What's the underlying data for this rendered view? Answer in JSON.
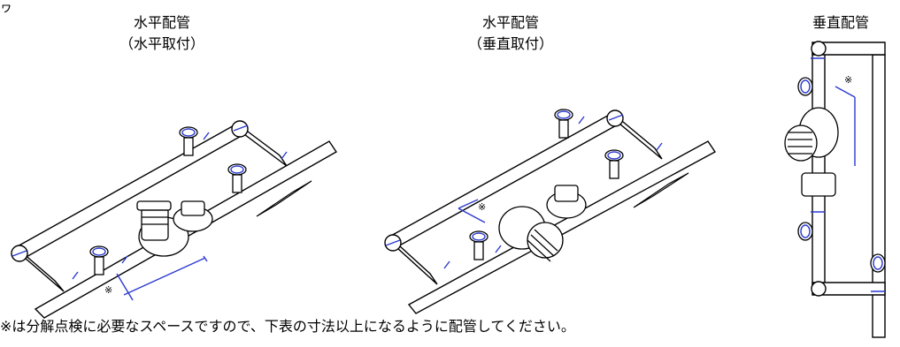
{
  "panels": [
    {
      "title": "水平配管",
      "subtitle": "（水平取付）"
    },
    {
      "title": "水平配管",
      "subtitle": "（垂直取付）"
    },
    {
      "title": "垂直配管",
      "subtitle": ""
    }
  ],
  "dimension_marks": [
    "※",
    "※",
    "※"
  ],
  "footnote": "※は分解点検に必要なスペースですので、下表の寸法以上になるように配管してください。",
  "colors": {
    "line": "#000000",
    "accent_blue": "#2a3ad0"
  }
}
